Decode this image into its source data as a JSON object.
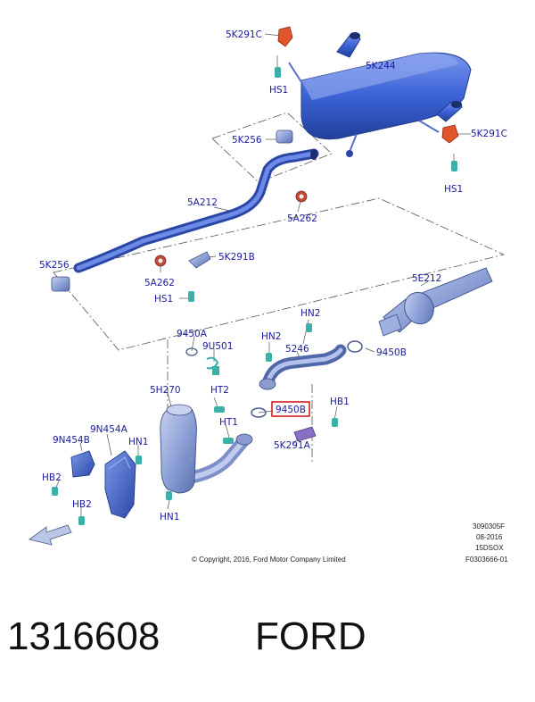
{
  "labels": {
    "p5K291C_a": "5K291C",
    "p5K291C_b": "5K291C",
    "HS1_a": "HS1",
    "HS1_b": "HS1",
    "HS1_c": "HS1",
    "p5K244": "5K244",
    "p5K256_a": "5K256",
    "p5K256_b": "5K256",
    "p5A212": "5A212",
    "p5A262_a": "5A262",
    "p5A262_b": "5A262",
    "p5K291B": "5K291B",
    "p5E212": "5E212",
    "HN2_a": "HN2",
    "HN2_b": "HN2",
    "p9450A": "9450A",
    "p9U501": "9U501",
    "p5246": "5246",
    "p9450B_a": "9450B",
    "p9450B_b": "9450B",
    "p5H270": "5H270",
    "HT2": "HT2",
    "HB1_a": "HB1",
    "p5K291A": "5K291A",
    "HT1": "HT1",
    "p9N454A": "9N454A",
    "p9N454B": "9N454B",
    "HN1_a": "HN1",
    "HN1_b": "HN1",
    "HB2_a": "HB2",
    "HB2_b": "HB2"
  },
  "meta": {
    "ref": "3090305F",
    "date": "08-2016",
    "code": "15DSOX",
    "figure": "F0303666-01",
    "copyright": "© Copyright, 2016, Ford Motor Company Limited"
  },
  "footer": {
    "part_number": "1316608",
    "brand": "FORD"
  },
  "colors": {
    "label": "#1a1aa0",
    "part_blue": "#3b62d6",
    "part_dark": "#2a47a8",
    "bracket_orange": "#e0552b",
    "clip_cyan": "#39b0a8",
    "highlight_red": "#d42020",
    "gasket_purple": "#8a6fc4"
  }
}
